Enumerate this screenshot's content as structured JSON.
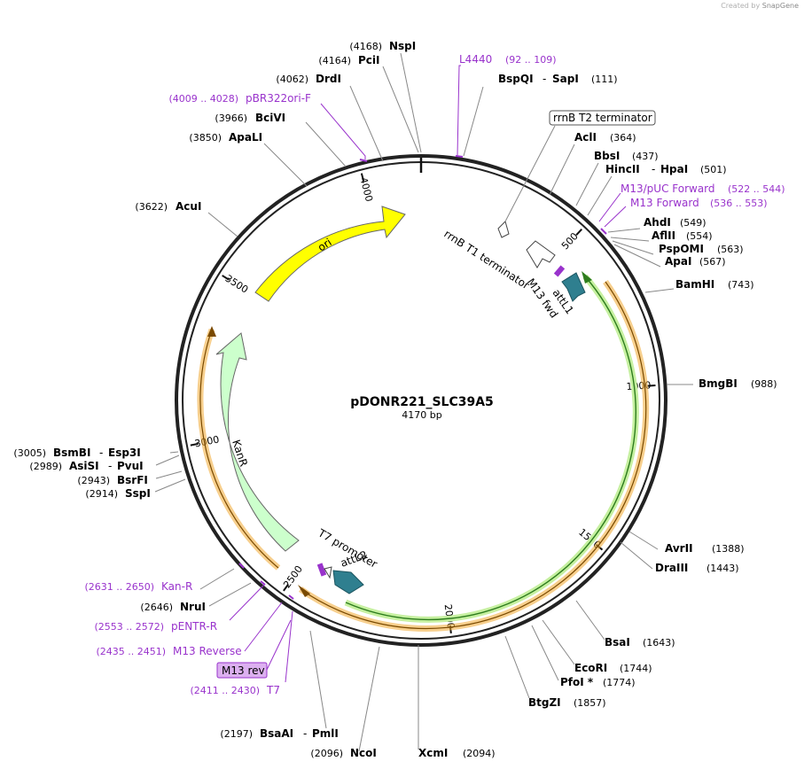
{
  "watermark": {
    "prefix": "Created by",
    "brand": "SnapGene"
  },
  "map": {
    "name": "pDONR221_SLC39A5",
    "length_label": "4170 bp",
    "total_bp": 4170,
    "ticks": [
      {
        "bp": 500,
        "label": "500"
      },
      {
        "bp": 1000,
        "label": "1000"
      },
      {
        "bp": 1500,
        "label": "1500"
      },
      {
        "bp": 2000,
        "label": "2000"
      },
      {
        "bp": 2500,
        "label": "2500"
      },
      {
        "bp": 3000,
        "label": "3000"
      },
      {
        "bp": 3500,
        "label": "3500"
      },
      {
        "bp": 4000,
        "label": "4000"
      }
    ]
  },
  "features": {
    "ori": {
      "label": "ori",
      "color": "#ffff00"
    },
    "kanr": {
      "label": "KanR",
      "color": "#ccffcc"
    },
    "attl1": {
      "label": "attL1",
      "color": "#2f7f8f"
    },
    "attl2": {
      "label": "attL2",
      "color": "#2f7f8f"
    },
    "m13_fwd": {
      "label": "M13 fwd",
      "color": "#9933cc"
    },
    "rrnb_t1": {
      "label": "rrnB T1 terminator"
    },
    "t7_promoter": {
      "label": "T7 promoter"
    },
    "insert_color": "#339933",
    "orf_color": "#f0a830"
  },
  "labels": {
    "nspi": {
      "pos": "(4168)",
      "name": "NspI"
    },
    "pcii": {
      "pos": "(4164)",
      "name": "PciI"
    },
    "drdi": {
      "pos": "(4062)",
      "name": "DrdI"
    },
    "pbr322": {
      "range": "(4009 .. 4028)",
      "name": "pBR322ori-F"
    },
    "bcivi": {
      "pos": "(3966)",
      "name": "BciVI"
    },
    "apali": {
      "pos": "(3850)",
      "name": "ApaLI"
    },
    "acui": {
      "pos": "(3622)",
      "name": "AcuI"
    },
    "l4440": {
      "name": "L4440",
      "range": "(92 .. 109)"
    },
    "bspqi": {
      "name": "BspQI",
      "name2": "SapI",
      "pos": "(111)"
    },
    "rrnb_t2": {
      "name": "rrnB T2 terminator"
    },
    "acli": {
      "name": "AclI",
      "pos": "(364)"
    },
    "bbsi": {
      "name": "BbsI",
      "pos": "(437)"
    },
    "hincii": {
      "name": "HincII",
      "name2": "HpaI",
      "pos": "(501)"
    },
    "m13puc": {
      "name": "M13/pUC Forward",
      "range": "(522 .. 544)"
    },
    "m13fwd": {
      "name": "M13 Forward",
      "range": "(536 .. 553)"
    },
    "ahdi": {
      "name": "AhdI",
      "pos": "(549)"
    },
    "aflii": {
      "name": "AflII",
      "pos": "(554)"
    },
    "pspomi": {
      "name": "PspOMI",
      "pos": "(563)"
    },
    "apai": {
      "name": "ApaI",
      "pos": "(567)"
    },
    "bamhi": {
      "name": "BamHI",
      "pos": "(743)"
    },
    "bmgbi": {
      "name": "BmgBI",
      "pos": "(988)"
    },
    "avrii": {
      "name": "AvrII",
      "pos": "(1388)"
    },
    "draiii": {
      "name": "DraIII",
      "pos": "(1443)"
    },
    "bsai": {
      "name": "BsaI",
      "pos": "(1643)"
    },
    "ecori": {
      "name": "EcoRI",
      "pos": "(1744)"
    },
    "pfoi": {
      "name": "PfoI *",
      "pos": "(1774)"
    },
    "btgzi": {
      "name": "BtgZI",
      "pos": "(1857)"
    },
    "bsmbi": {
      "pos": "(3005)",
      "name": "BsmBI",
      "name2": "Esp3I"
    },
    "asisi": {
      "pos": "(2989)",
      "name": "AsiSI",
      "name2": "PvuI"
    },
    "bsrfi": {
      "pos": "(2943)",
      "name": "BsrFI"
    },
    "sspi": {
      "pos": "(2914)",
      "name": "SspI"
    },
    "kanr_primer": {
      "range": "(2631 .. 2650)",
      "name": "Kan-R"
    },
    "nrui": {
      "pos": "(2646)",
      "name": "NruI"
    },
    "pentr": {
      "range": "(2553 .. 2572)",
      "name": "pENTR-R"
    },
    "m13rev": {
      "range": "(2435 .. 2451)",
      "name": "M13 Reverse"
    },
    "m13rev_box": {
      "name": "M13 rev"
    },
    "t7": {
      "range": "(2411 .. 2430)",
      "name": "T7"
    },
    "bsaai": {
      "pos": "(2197)",
      "name": "BsaAI",
      "name2": "PmlI"
    },
    "ncoi": {
      "pos": "(2096)",
      "name": "NcoI"
    },
    "xcmi": {
      "name": "XcmI",
      "pos": "(2094)"
    },
    "sep": "-"
  }
}
